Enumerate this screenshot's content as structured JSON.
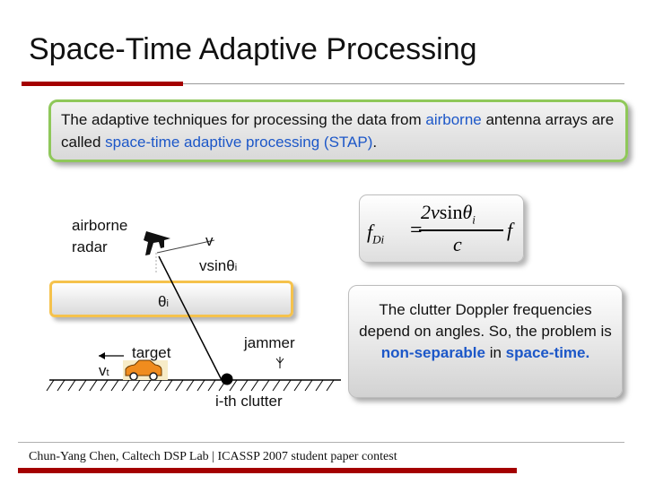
{
  "slide": {
    "title": "Space-Time Adaptive Processing",
    "intro": {
      "t1": "The adaptive techniques for processing the data from ",
      "h1": "airborne",
      "t2": " antenna arrays are called ",
      "h2": "space-time adaptive processing (STAP)",
      "t3": "."
    },
    "formula": {
      "lhs": "f",
      "lhs_sub": "Di",
      "eq": "=",
      "num_a": "2v",
      "num_b": "sin",
      "num_c": "θ",
      "num_sub": "i",
      "den": "c",
      "rhs": "f"
    },
    "diagram": {
      "radar_label_1": "airborne",
      "radar_label_2": "radar",
      "v_label": "v",
      "vsin_label": "vsinθ",
      "vsin_sub": "i",
      "theta_label": "θ",
      "theta_sub": "i",
      "target_label": "target",
      "vt_label": "v",
      "vt_sub": "t",
      "jammer_label": "jammer",
      "clutter_label": "i-th clutter"
    },
    "clutter_note": {
      "t1": "The clutter Doppler frequencies depend on angles. So, the problem is ",
      "h1": "non-separable",
      "t2": " in ",
      "h2": "space-time."
    },
    "footer": "Chun-Yang Chen, Caltech DSP Lab | ICASSP 2007 student paper contest",
    "colors": {
      "accent_red": "#a40000",
      "highlight_blue": "#1c57c8",
      "box_green": "#8fc85a",
      "beam_orange": "#f5c24c"
    }
  }
}
